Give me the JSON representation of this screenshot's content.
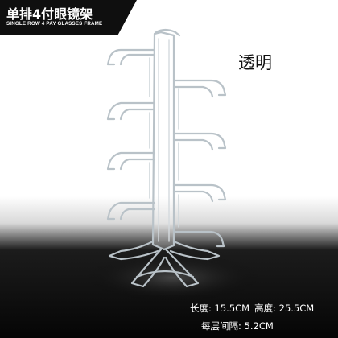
{
  "banner": {
    "title_zh": "单排4付眼镜架",
    "title_en": "SINGLE ROW 4 PAY GLASSES FRAME"
  },
  "color_label": "透明",
  "specs": {
    "length": "长度: 15.5CM",
    "height": "高度: 25.5CM",
    "layer_gap": "每层间隔: 5.2CM"
  },
  "colors": {
    "banner_bg": "#0f0f0f",
    "floor": "#050505",
    "acrylic_stroke": "#b9c2c8"
  }
}
